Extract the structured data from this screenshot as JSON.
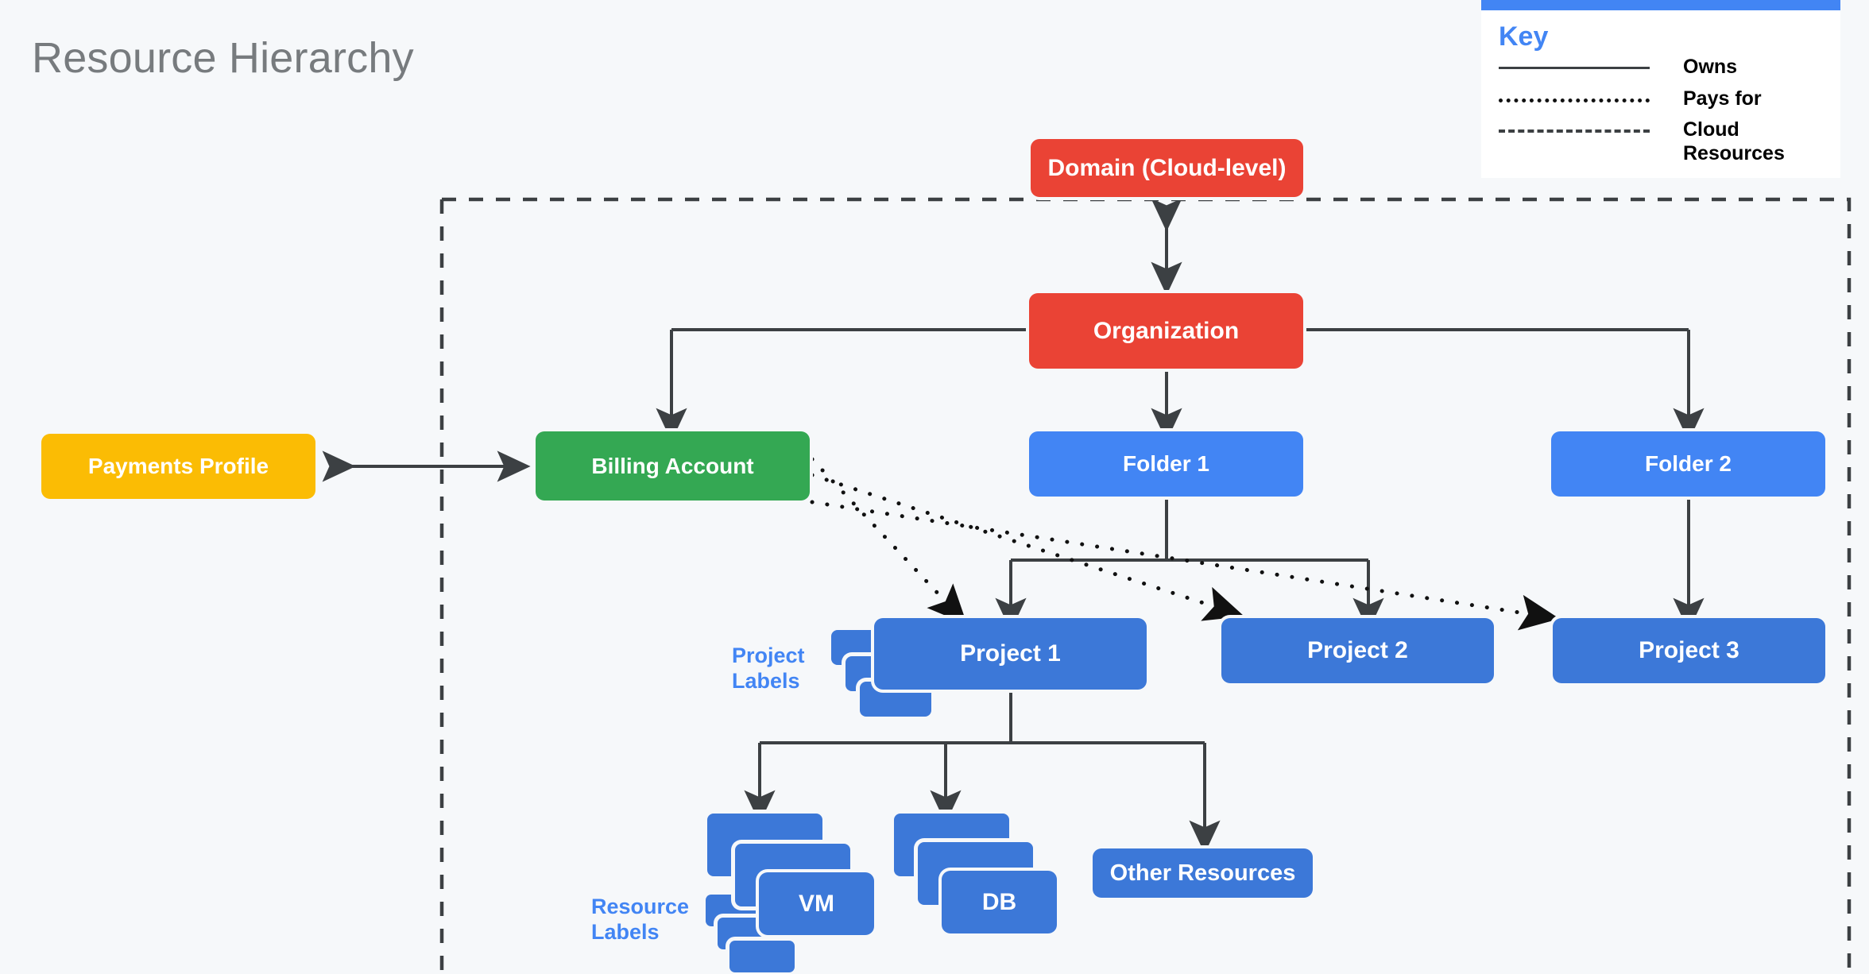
{
  "page": {
    "title": "Resource Hierarchy",
    "background": "#f6f8fa"
  },
  "legend": {
    "title": "Key",
    "accent_color": "#4285f4",
    "entries": [
      {
        "style": "solid",
        "label": "Owns"
      },
      {
        "style": "dotted",
        "label": "Pays for"
      },
      {
        "style": "dashed",
        "label": "Cloud Resources"
      }
    ]
  },
  "nodes": {
    "domain": {
      "label": "Domain (Cloud-level)",
      "color": "#ea4335"
    },
    "organization": {
      "label": "Organization",
      "color": "#ea4335"
    },
    "payments_profile": {
      "label": "Payments Profile",
      "color": "#fbbc04"
    },
    "billing_account": {
      "label": "Billing Account",
      "color": "#34a853"
    },
    "folder1": {
      "label": "Folder 1",
      "color": "#4285f4"
    },
    "folder2": {
      "label": "Folder 2",
      "color": "#4285f4"
    },
    "project1": {
      "label": "Project 1",
      "color": "#3c78d8"
    },
    "project2": {
      "label": "Project 2",
      "color": "#3c78d8"
    },
    "project3": {
      "label": "Project 3",
      "color": "#3c78d8"
    },
    "vm": {
      "label": "VM",
      "color": "#3c78d8"
    },
    "db": {
      "label": "DB",
      "color": "#3c78d8"
    },
    "other_resources": {
      "label": "Other Resources",
      "color": "#3c78d8"
    }
  },
  "annotations": {
    "project_labels": {
      "line1": "Project",
      "line2": "Labels",
      "color": "#4285f4"
    },
    "resource_labels": {
      "line1": "Resource",
      "line2": "Labels",
      "color": "#4285f4"
    }
  },
  "edges": [
    {
      "from": "domain",
      "to": "organization",
      "style": "solid",
      "arrows": "both"
    },
    {
      "from": "payments_profile",
      "to": "billing_account",
      "style": "solid",
      "arrows": "both"
    },
    {
      "from": "organization",
      "to": "billing_account",
      "style": "solid",
      "arrows": "end"
    },
    {
      "from": "organization",
      "to": "folder1",
      "style": "solid",
      "arrows": "end"
    },
    {
      "from": "organization",
      "to": "folder2",
      "style": "solid",
      "arrows": "end"
    },
    {
      "from": "folder1",
      "to": "project1",
      "style": "solid",
      "arrows": "end"
    },
    {
      "from": "folder1",
      "to": "project2",
      "style": "solid",
      "arrows": "end"
    },
    {
      "from": "folder2",
      "to": "project3",
      "style": "solid",
      "arrows": "end"
    },
    {
      "from": "billing_account",
      "to": "project1",
      "style": "dotted",
      "arrows": "end"
    },
    {
      "from": "billing_account",
      "to": "project2",
      "style": "dotted",
      "arrows": "end"
    },
    {
      "from": "billing_account",
      "to": "project3",
      "style": "dotted",
      "arrows": "end"
    },
    {
      "from": "project1",
      "to": "vm",
      "style": "solid",
      "arrows": "end"
    },
    {
      "from": "project1",
      "to": "db",
      "style": "solid",
      "arrows": "end"
    },
    {
      "from": "project1",
      "to": "other_resources",
      "style": "solid",
      "arrows": "end"
    }
  ],
  "cloud_boundary": {
    "style": "dashed",
    "color": "#3c4043"
  }
}
